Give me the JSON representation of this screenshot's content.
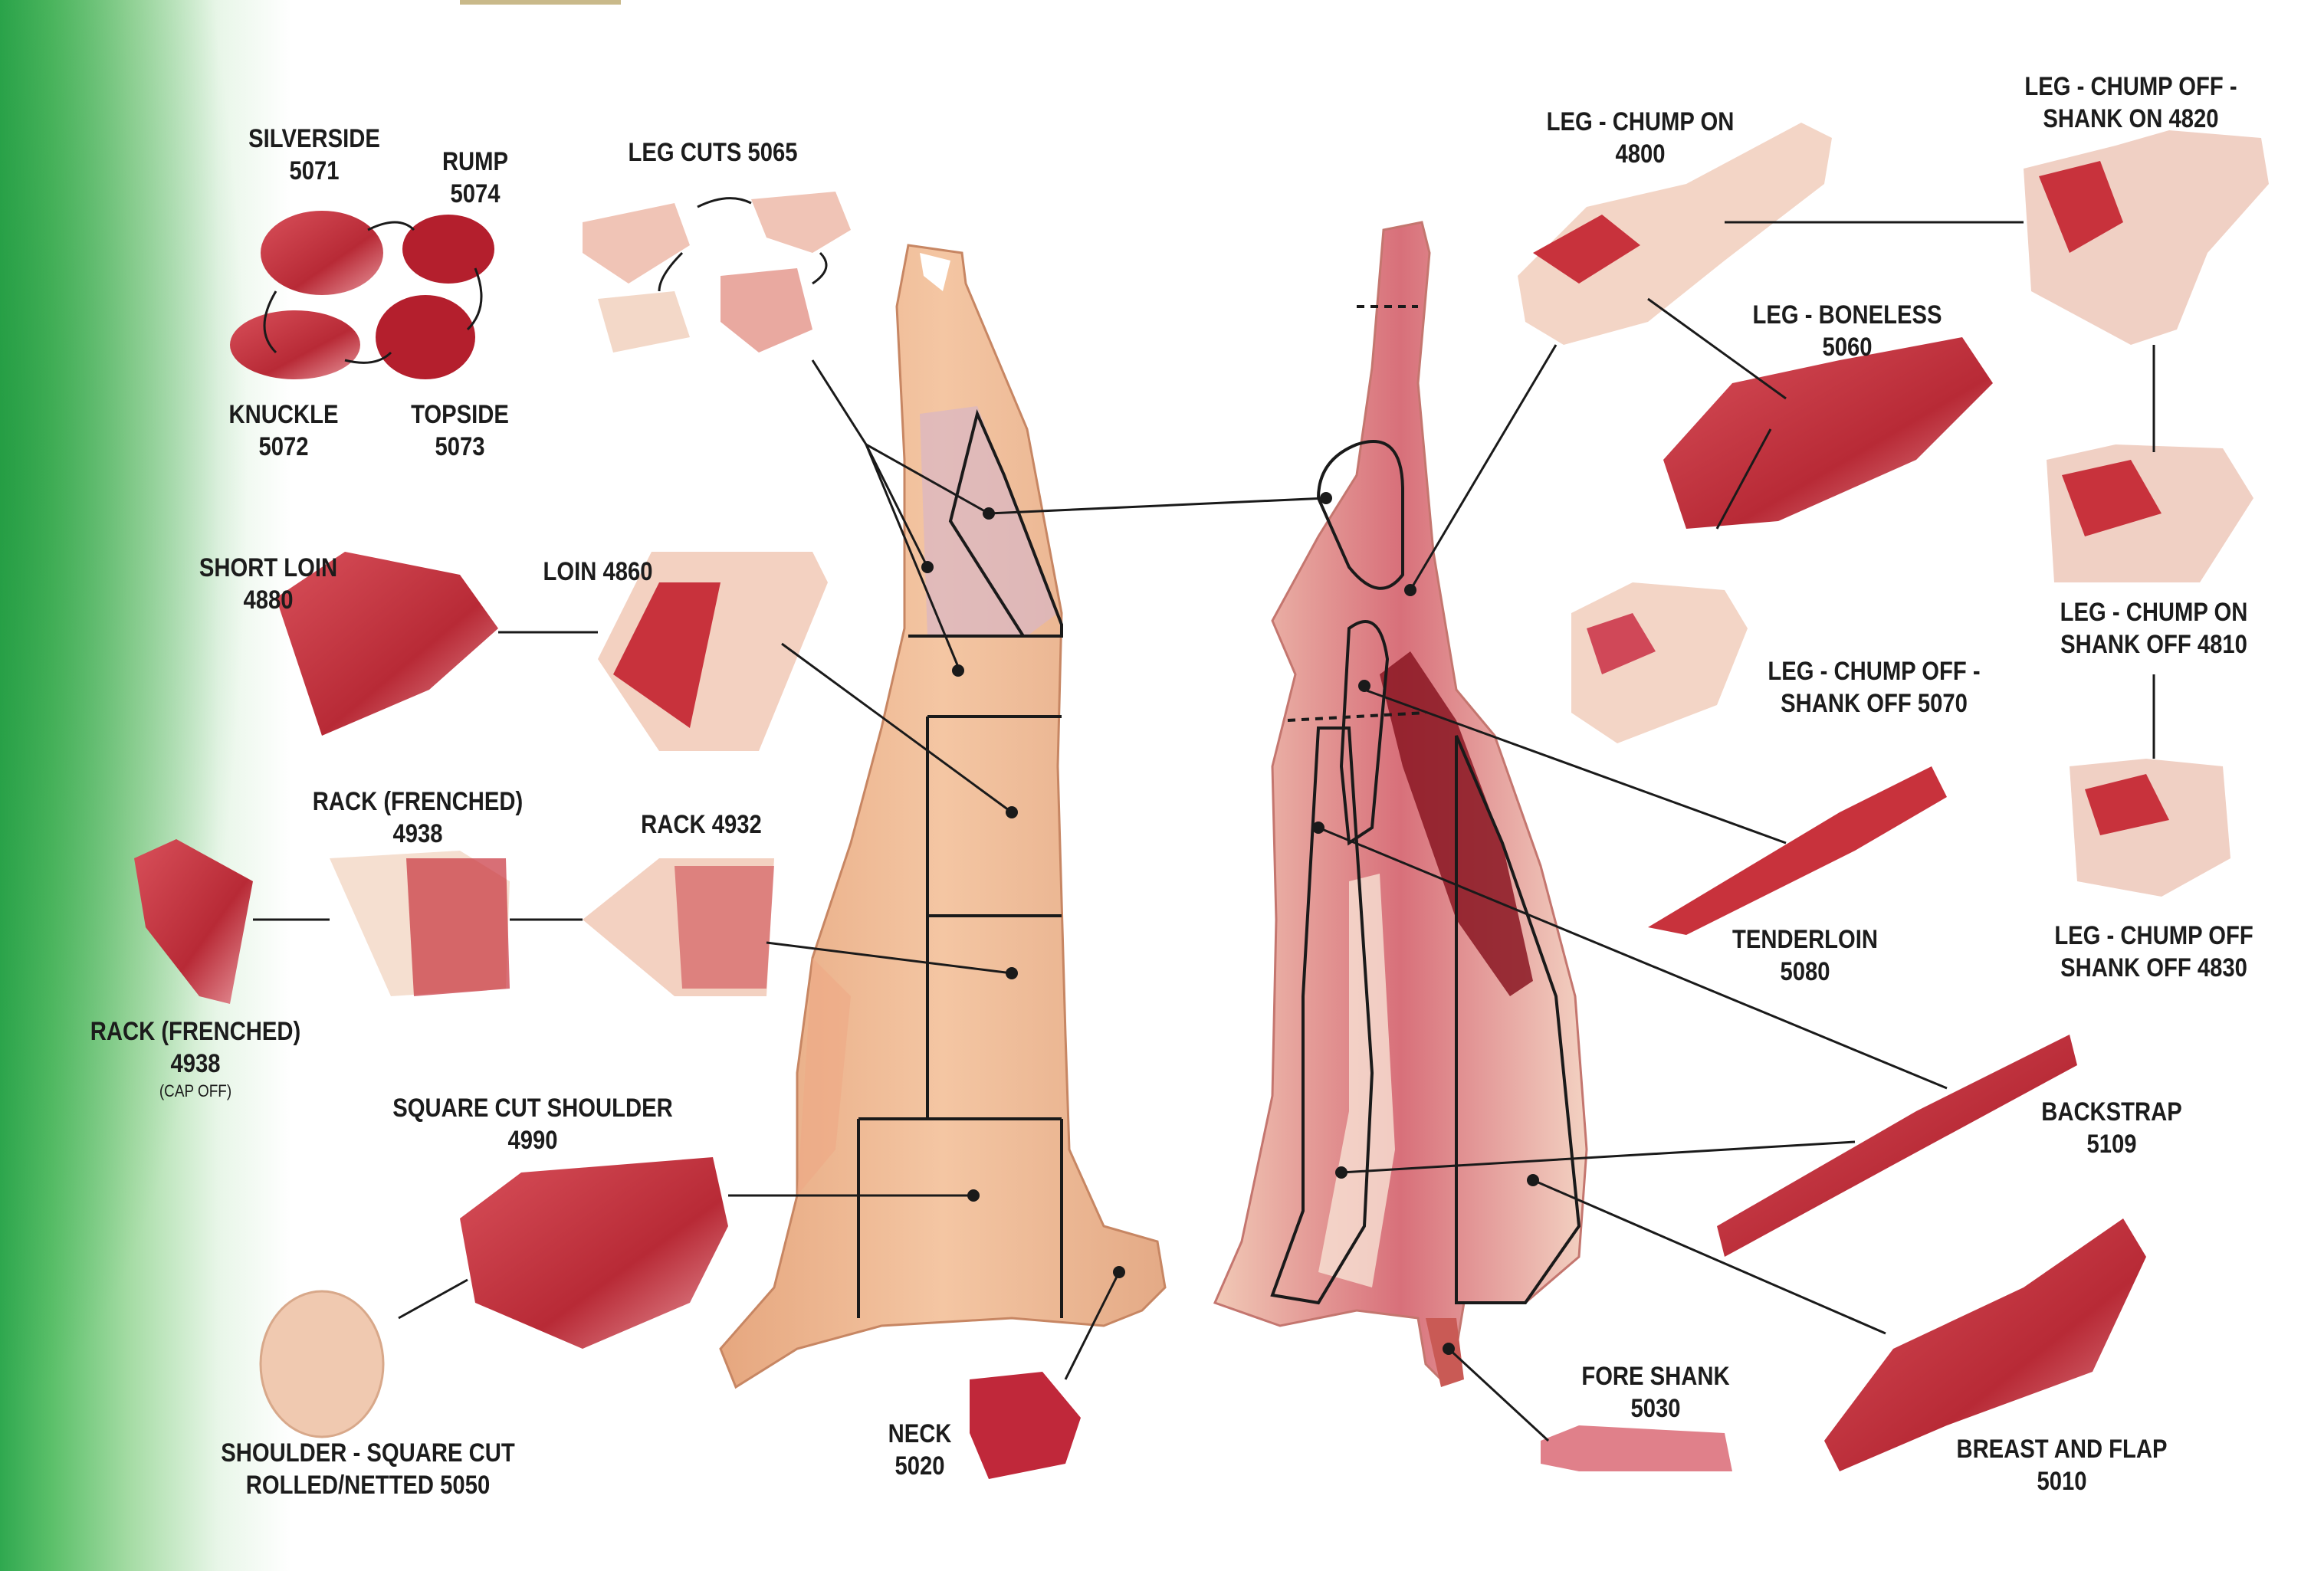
{
  "labels": {
    "silverside": [
      "SILVERSIDE",
      "5071"
    ],
    "rump": [
      "RUMP",
      "5074"
    ],
    "knuckle": [
      "KNUCKLE",
      "5072"
    ],
    "topside": [
      "TOPSIDE",
      "5073"
    ],
    "leg_cuts": [
      "LEG CUTS 5065"
    ],
    "short_loin": [
      "SHORT LOIN",
      "4880"
    ],
    "loin": [
      "LOIN 4860"
    ],
    "rack_frenched_top": [
      "RACK (FRENCHED)",
      "4938"
    ],
    "rack_4932": [
      "RACK 4932"
    ],
    "rack_frenched_cap_off": [
      "RACK (FRENCHED)",
      "4938",
      "(CAP OFF)"
    ],
    "square_cut_shoulder": [
      "SQUARE CUT SHOULDER",
      "4990"
    ],
    "shoulder_rolled": [
      "SHOULDER - SQUARE CUT",
      "ROLLED/NETTED 5050"
    ],
    "neck": [
      "NECK",
      "5020"
    ],
    "leg_chump_on": [
      "LEG - CHUMP ON",
      "4800"
    ],
    "leg_chump_off_shank_on": [
      "LEG - CHUMP OFF -",
      "SHANK ON 4820"
    ],
    "leg_boneless": [
      "LEG - BONELESS",
      "5060"
    ],
    "leg_chump_on_shank_off": [
      "LEG - CHUMP ON",
      "SHANK OFF 4810"
    ],
    "leg_chump_off_shank_off_5070": [
      "LEG - CHUMP OFF -",
      "SHANK OFF 5070"
    ],
    "tenderloin": [
      "TENDERLOIN",
      "5080"
    ],
    "leg_chump_off_shank_off_4830": [
      "LEG - CHUMP OFF",
      "SHANK OFF 4830"
    ],
    "backstrap": [
      "BACKSTRAP",
      "5109"
    ],
    "fore_shank": [
      "FORE SHANK",
      "5030"
    ],
    "breast_and_flap": [
      "BREAST AND FLAP",
      "5010"
    ]
  },
  "colors": {
    "background": "#ffffff",
    "green_band": "#2fa84f",
    "carcass_fat": "#e9b48e",
    "meat_red": "#c8323c",
    "fat_cream": "#f3dccb",
    "outline": "#1a1a1a"
  }
}
